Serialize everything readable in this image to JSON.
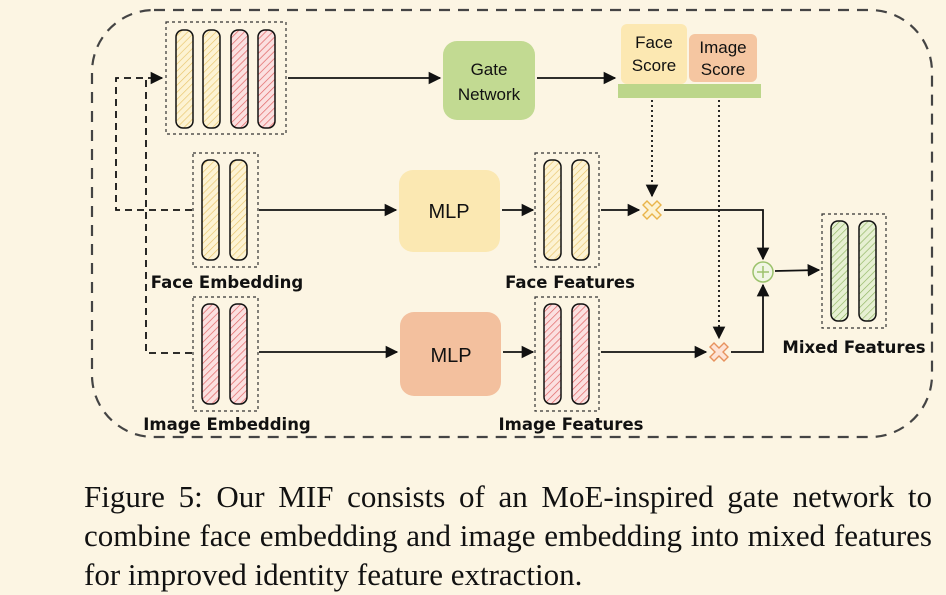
{
  "diagram": {
    "gate_network": {
      "line1": "Gate",
      "line2": "Network"
    },
    "face_score": {
      "line1": "Face",
      "line2": "Score"
    },
    "image_score": {
      "line1": "Image",
      "line2": "Score"
    },
    "mlp_face": "MLP",
    "mlp_image": "MLP",
    "labels": {
      "face_embedding": "Face Embedding",
      "face_features": "Face Features",
      "image_embedding": "Image Embedding",
      "image_features": "Image Features",
      "mixed_features": "Mixed Features"
    },
    "colors": {
      "background": "#fcf5e3",
      "face": "#fdf0c4",
      "image": "#f8cfcf",
      "mixed": "#d6e8b8",
      "gate_network": "#c0d98f",
      "mlp_face": "#fbe7b0",
      "mlp_image": "#f3c09e",
      "face_score_box": "#fce7b0",
      "image_score_box": "#f5c6a1",
      "score_bar": "#bcd68a",
      "face_hatch": "#e7c56e",
      "image_hatch": "#e36a6a",
      "mixed_hatch": "#8fb561"
    }
  },
  "caption": "Figure 5: Our MIF consists of an MoE-inspired gate network to combine face embedding and image embedding into mixed features for improved identity feature extraction."
}
